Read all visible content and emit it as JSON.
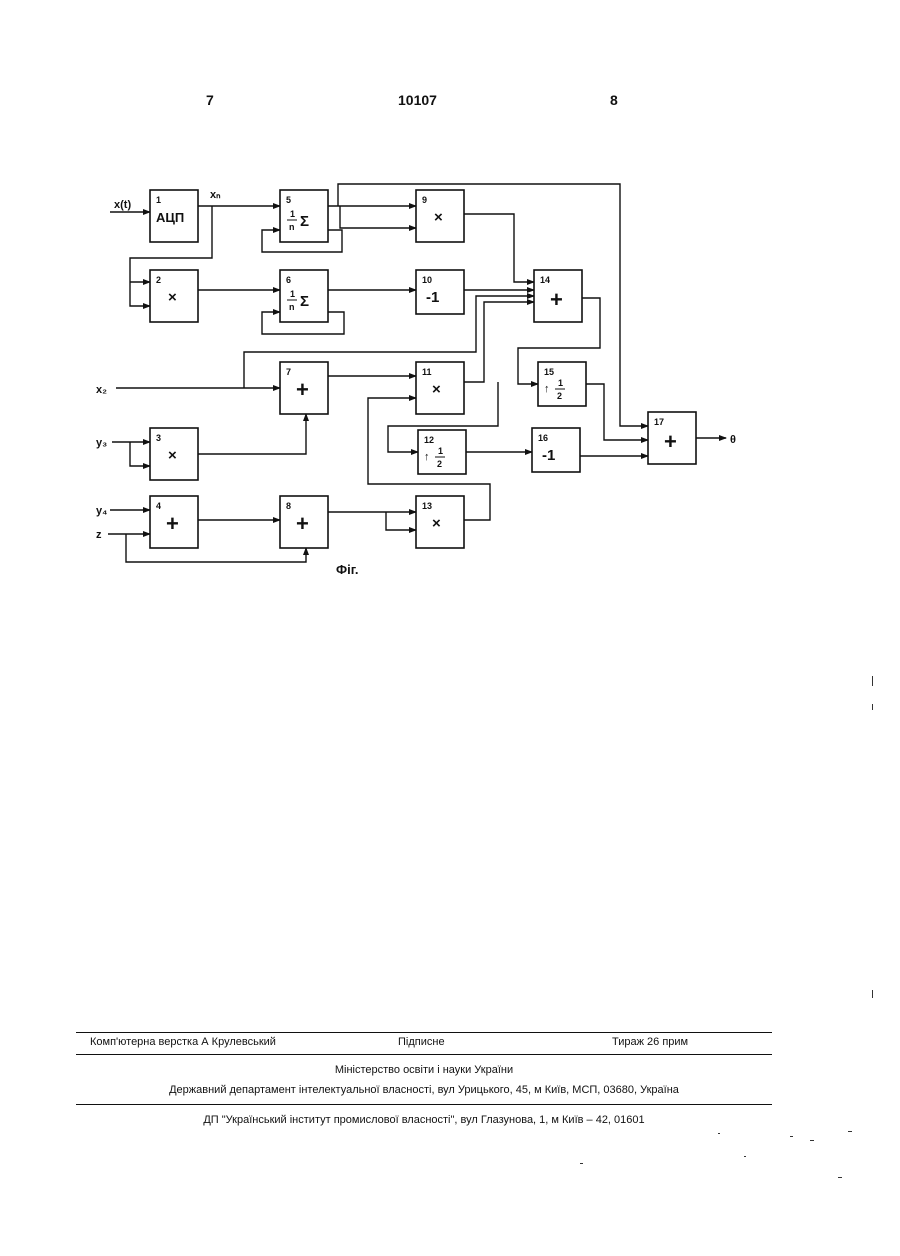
{
  "header": {
    "left": "7",
    "center": "10107",
    "right": "8"
  },
  "figure": {
    "caption": "Фіг.",
    "input_labels": {
      "x_t": "x(t)",
      "x_n": "xₙ",
      "x_2": "x₂",
      "y_3": "y₃",
      "y_4": "y₄",
      "z": "z",
      "output": "θ"
    },
    "blocks": [
      {
        "id": "b1",
        "number": "1",
        "symbol": "АЦП"
      },
      {
        "id": "b2",
        "number": "2",
        "symbol": "×"
      },
      {
        "id": "b3",
        "number": "3",
        "symbol": "×"
      },
      {
        "id": "b4",
        "number": "4",
        "symbol": "+"
      },
      {
        "id": "b5",
        "number": "5",
        "frac_num": "1",
        "frac_den": "n",
        "symbol": "Σ"
      },
      {
        "id": "b6",
        "number": "6",
        "frac_num": "1",
        "frac_den": "n",
        "symbol": "Σ"
      },
      {
        "id": "b7",
        "number": "7",
        "symbol": "+"
      },
      {
        "id": "b8",
        "number": "8",
        "symbol": "+"
      },
      {
        "id": "b9",
        "number": "9",
        "symbol": "×"
      },
      {
        "id": "b10",
        "number": "10",
        "symbol": "-1"
      },
      {
        "id": "b11",
        "number": "11",
        "symbol": "×"
      },
      {
        "id": "b12",
        "number": "12",
        "arrow": "↑",
        "frac_num": "1",
        "frac_den": "2"
      },
      {
        "id": "b13",
        "number": "13",
        "symbol": "×"
      },
      {
        "id": "b14",
        "number": "14",
        "symbol": "+"
      },
      {
        "id": "b15",
        "number": "15",
        "arrow": "↑",
        "frac_num": "1",
        "frac_den": "2"
      },
      {
        "id": "b16",
        "number": "16",
        "symbol": "-1"
      },
      {
        "id": "b17",
        "number": "17",
        "symbol": "+"
      }
    ]
  },
  "footer": {
    "typesetting": "Комп'ютерна верстка А  Крулевський",
    "signed": "Підписне",
    "circulation": "Тираж 26 прим",
    "ministry": "Міністерство освіти і науки України",
    "department": "Державний департамент інтелектуальної власності, вул  Урицького, 45, м  Київ, МСП, 03680, Україна",
    "institute": "ДП \"Український інститут промислової власності\", вул  Глазунова, 1, м  Київ – 42, 01601"
  }
}
